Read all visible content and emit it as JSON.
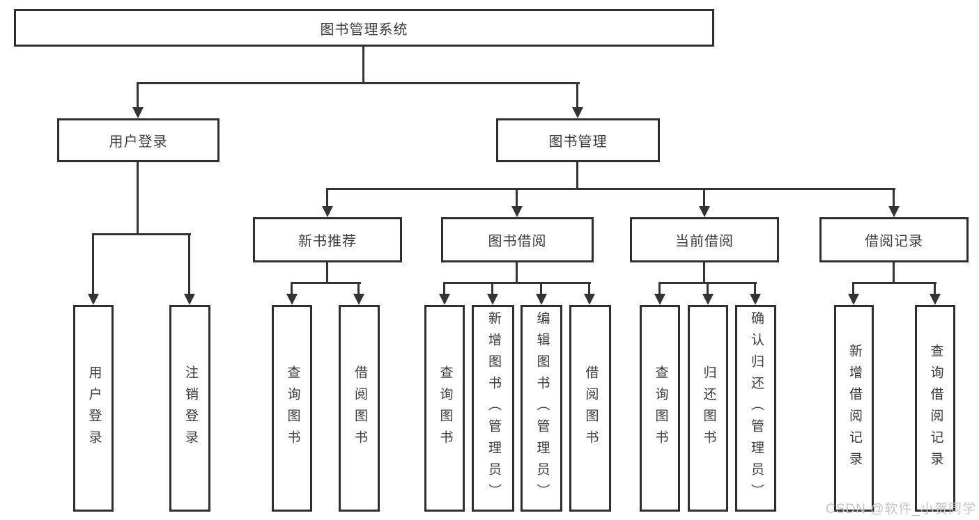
{
  "nodes": {
    "root": {
      "label": "图书管理系统"
    },
    "level2": [
      {
        "label": "用户登录"
      },
      {
        "label": "图书管理"
      }
    ],
    "level3": [
      {
        "label": "新书推荐",
        "parent": "图书管理"
      },
      {
        "label": "图书借阅",
        "parent": "图书管理"
      },
      {
        "label": "当前借阅",
        "parent": "图书管理"
      },
      {
        "label": "借阅记录",
        "parent": "图书管理"
      }
    ],
    "leaves": [
      {
        "label": "用户登录",
        "parent": "用户登录"
      },
      {
        "label": "注销登录",
        "parent": "用户登录"
      },
      {
        "label": "查询图书",
        "parent": "新书推荐"
      },
      {
        "label": "借阅图书",
        "parent": "新书推荐"
      },
      {
        "label": "查询图书",
        "parent": "图书借阅"
      },
      {
        "label": "新增图书（管理员）",
        "parent": "图书借阅"
      },
      {
        "label": "编辑图书（管理员）",
        "parent": "图书借阅"
      },
      {
        "label": "借阅图书",
        "parent": "图书借阅"
      },
      {
        "label": "查询图书",
        "parent": "当前借阅"
      },
      {
        "label": "归还图书",
        "parent": "当前借阅"
      },
      {
        "label": "确认归还（管理员）",
        "parent": "当前借阅"
      },
      {
        "label": "新增借阅记录",
        "parent": "借阅记录"
      },
      {
        "label": "查询借阅记录",
        "parent": "借阅记录"
      }
    ]
  },
  "watermark": "CSDN @软件_小贺同学",
  "colors": {
    "line": "#333333",
    "box_border": "#2e2e2e",
    "text": "#3a3a3a",
    "background": "#ffffff",
    "watermark": "#c3c4ca"
  }
}
